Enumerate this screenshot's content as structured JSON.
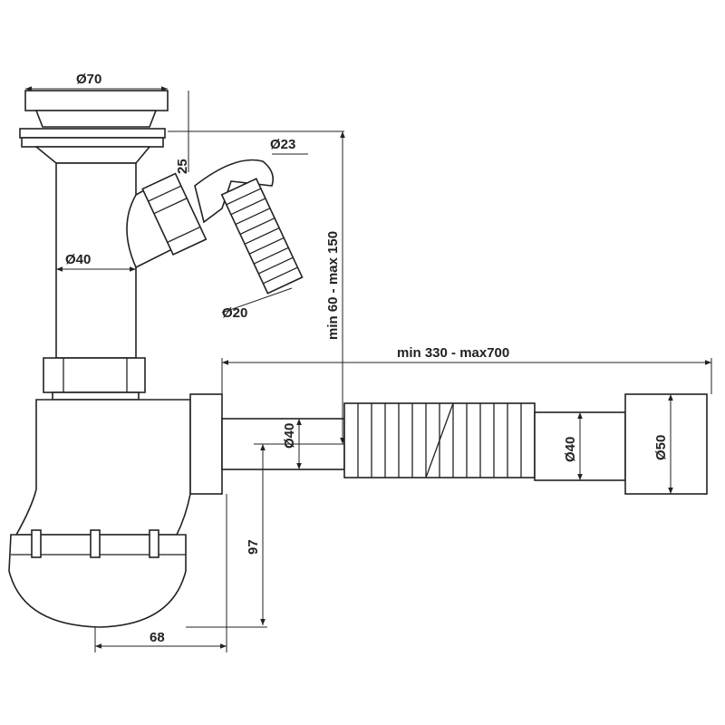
{
  "title": "Sink bottle trap with side inlet and flexible outlet — dimensions",
  "dimensions": {
    "strainer_diameter": "Ø70",
    "inlet_offset": "25",
    "inlet_outer_diameter": "Ø23",
    "vertical_pipe_diameter": "Ø40",
    "inlet_hose_end_diameter": "Ø20",
    "height_range": "min 60 - max 150",
    "outlet_length_range": "min 330 - max700",
    "outlet_diameter_near": "Ø40",
    "outlet_pipe_diameter": "Ø40",
    "outlet_end_diameter": "Ø50",
    "outlet_height": "97",
    "outlet_offset": "68"
  },
  "colors": {
    "line": "#222222",
    "background": "#ffffff"
  }
}
